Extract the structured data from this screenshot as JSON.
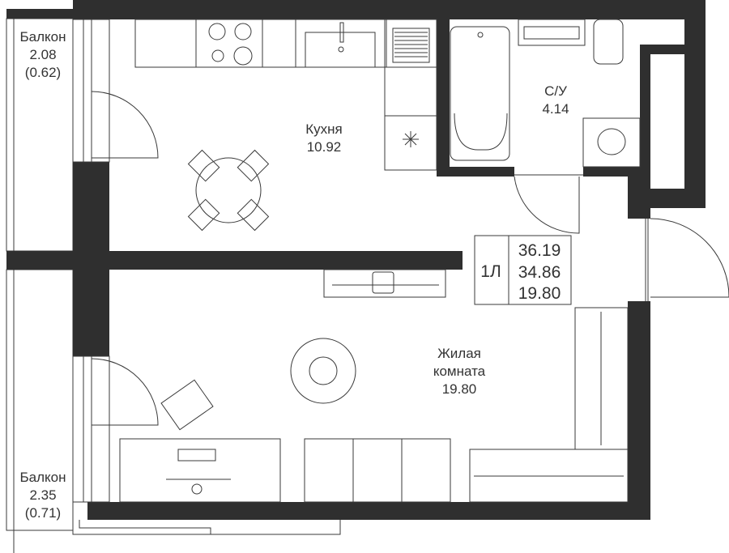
{
  "rooms": {
    "balcony_top": {
      "name": "Балкон",
      "area": "2.08",
      "reduced_area": "(0.62)"
    },
    "kitchen": {
      "name": "Кухня",
      "area": "10.92"
    },
    "bathroom": {
      "name": "С/У",
      "area": "4.14"
    },
    "living": {
      "name_line1": "Жилая",
      "name_line2": "комната",
      "area": "19.80"
    },
    "balcony_bottom": {
      "name": "Балкон",
      "area": "2.35",
      "reduced_area": "(0.71)"
    }
  },
  "summary": {
    "type": "1Л",
    "total_area": "36.19",
    "area_without_balcony": "34.86",
    "living_area": "19.80"
  },
  "colors": {
    "wall": "#2f2f2f",
    "line": "#3a3a3a",
    "background": "#ffffff"
  }
}
